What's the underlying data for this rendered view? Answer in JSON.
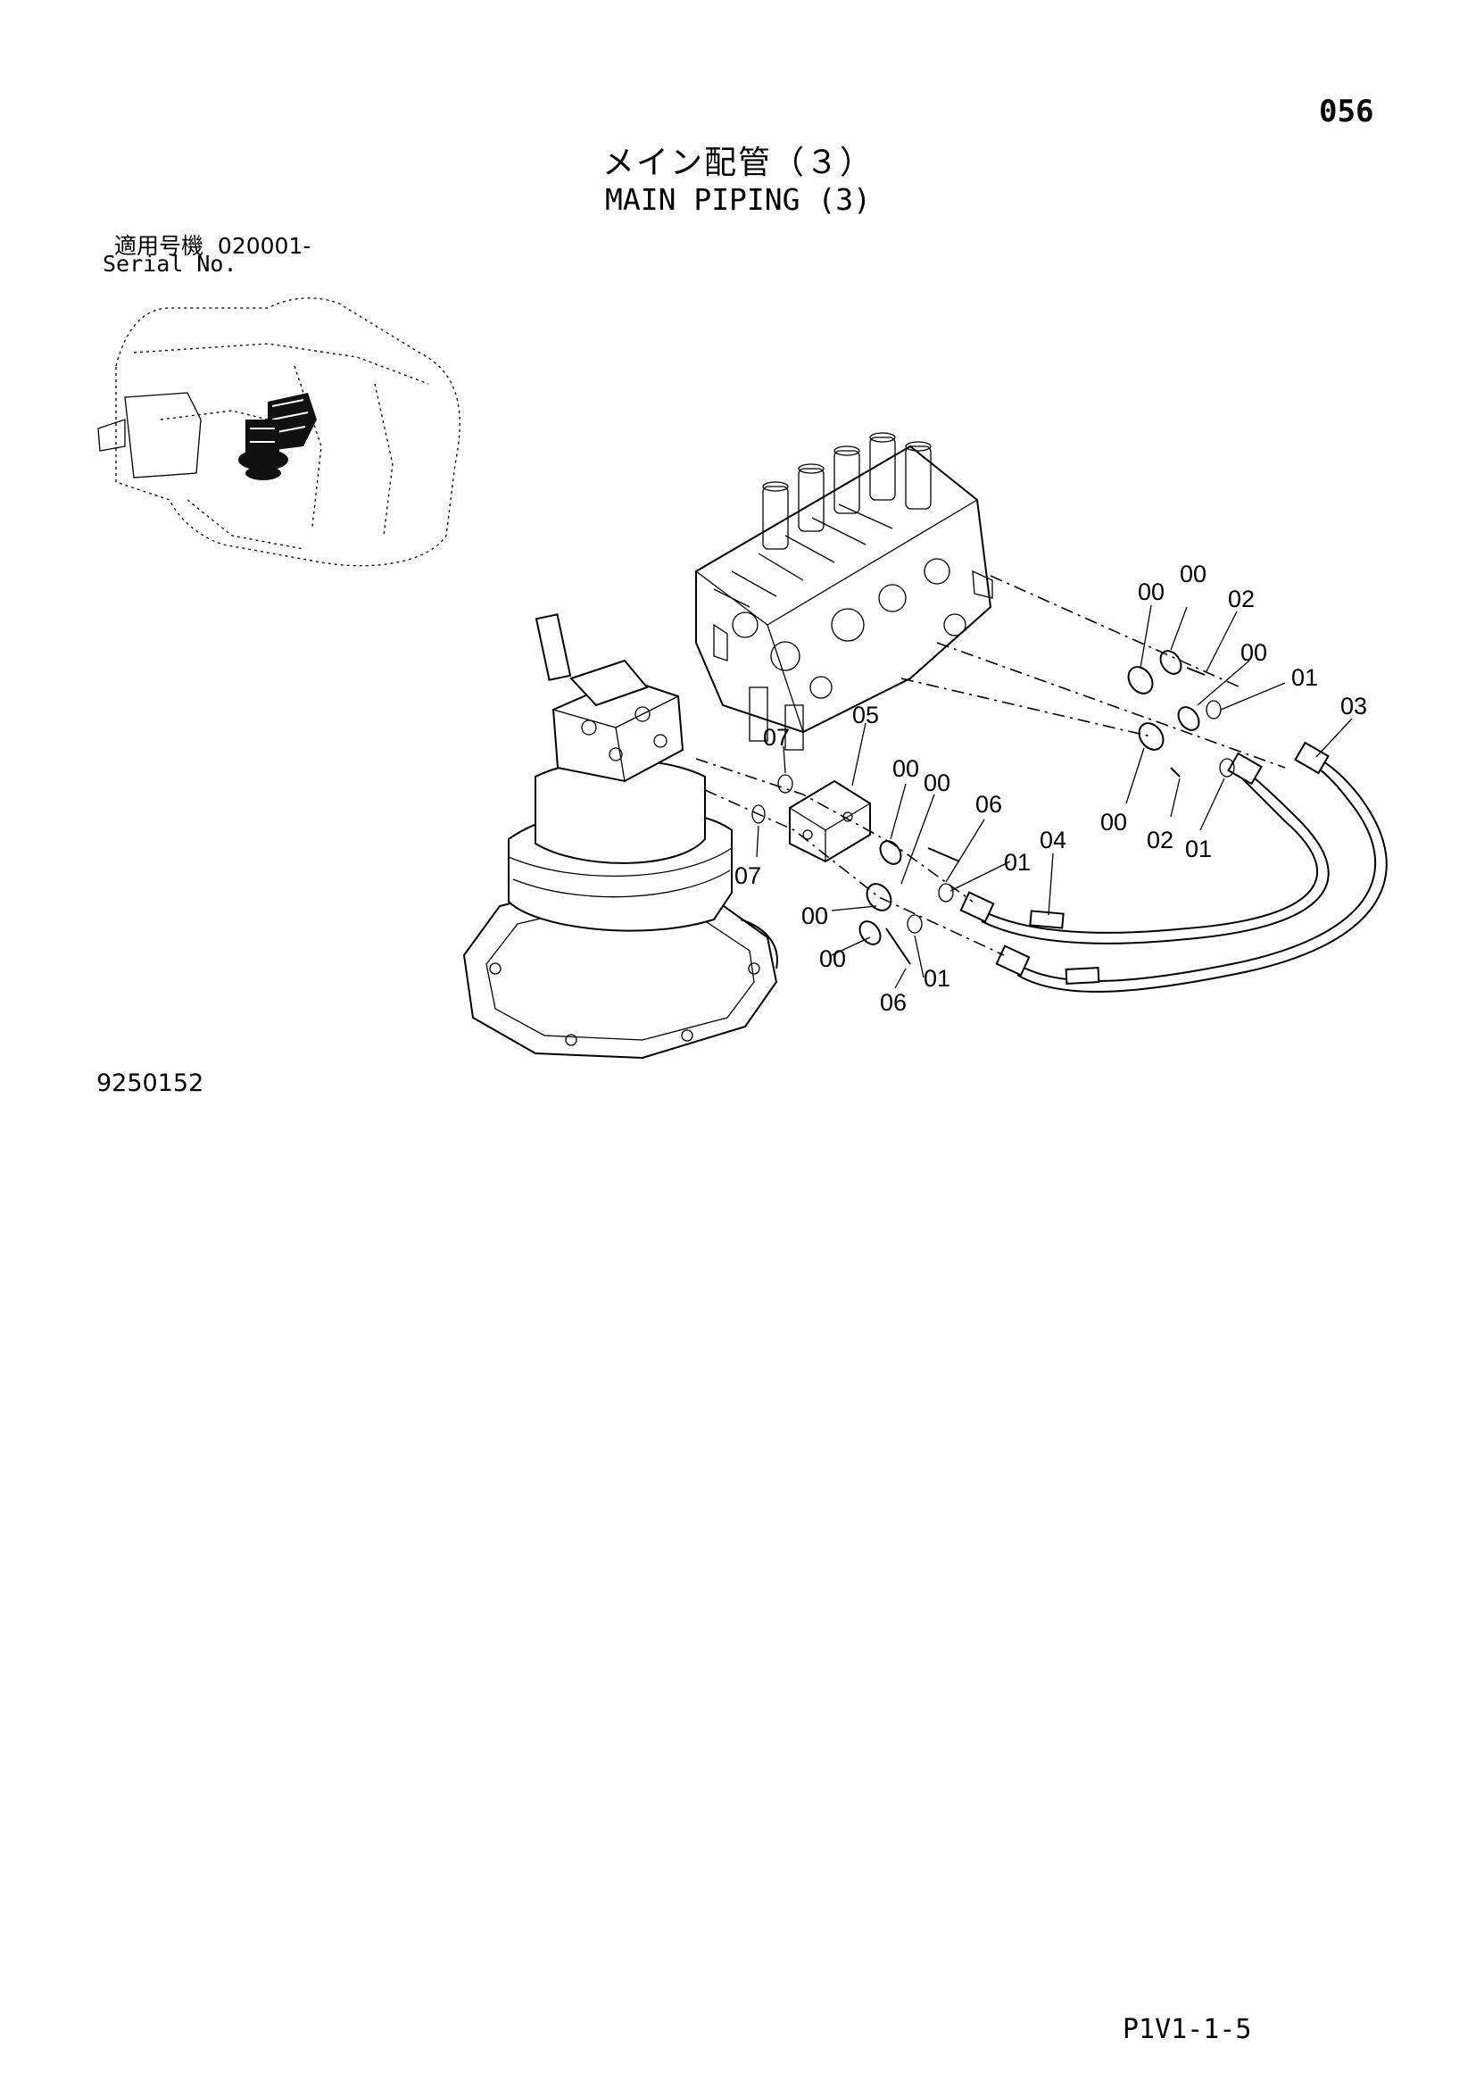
{
  "header": {
    "page_number": "056",
    "title_jp": "メイン配管（３）",
    "title_en": "MAIN PIPING (3)",
    "serial_label_jp": "適用号機",
    "serial_value": "020001-",
    "serial_label_en": "Serial No."
  },
  "figure": {
    "figure_number": "9250152",
    "callouts": [
      {
        "id": "c1",
        "text": "00"
      },
      {
        "id": "c2",
        "text": "00"
      },
      {
        "id": "c3",
        "text": "02"
      },
      {
        "id": "c4",
        "text": "00"
      },
      {
        "id": "c5",
        "text": "01"
      },
      {
        "id": "c6",
        "text": "03"
      },
      {
        "id": "c7",
        "text": "05"
      },
      {
        "id": "c8",
        "text": "07"
      },
      {
        "id": "c9",
        "text": "00"
      },
      {
        "id": "c10",
        "text": "00"
      },
      {
        "id": "c11",
        "text": "06"
      },
      {
        "id": "c12",
        "text": "00"
      },
      {
        "id": "c13",
        "text": "02"
      },
      {
        "id": "c14",
        "text": "01"
      },
      {
        "id": "c15",
        "text": "07"
      },
      {
        "id": "c16",
        "text": "01"
      },
      {
        "id": "c17",
        "text": "04"
      },
      {
        "id": "c18",
        "text": "00"
      },
      {
        "id": "c19",
        "text": "00"
      },
      {
        "id": "c20",
        "text": "01"
      },
      {
        "id": "c21",
        "text": "06"
      }
    ]
  },
  "footer": {
    "page_code": "P1V1-1-5"
  }
}
